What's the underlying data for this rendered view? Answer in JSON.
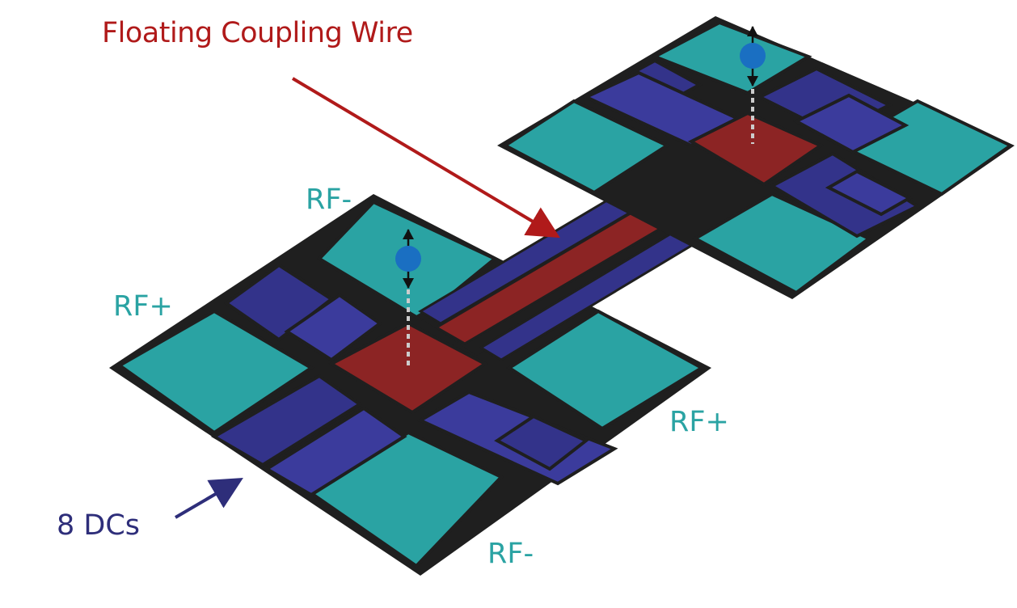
{
  "labels": {
    "title": "Floating Coupling Wire",
    "left_rf_minus": "RF-",
    "left_rf_plus": "RF+",
    "right_rf_plus": "RF+",
    "bottom_rf_minus": "RF-",
    "dcs": "8 DCs"
  },
  "colors": {
    "rf_electrode": "#2aa3a3",
    "dc_electrode": "#33338a",
    "coupling_wire": "#8c2424",
    "outline": "#1f1f1f",
    "ion": "#1a6fc2",
    "title_text": "#b01a1a",
    "rf_text": "#2aa3a3",
    "dc_text": "#2e2e7a"
  },
  "icons": {
    "ion": "blue-dot-icon",
    "motion": "double-arrow-icon"
  }
}
